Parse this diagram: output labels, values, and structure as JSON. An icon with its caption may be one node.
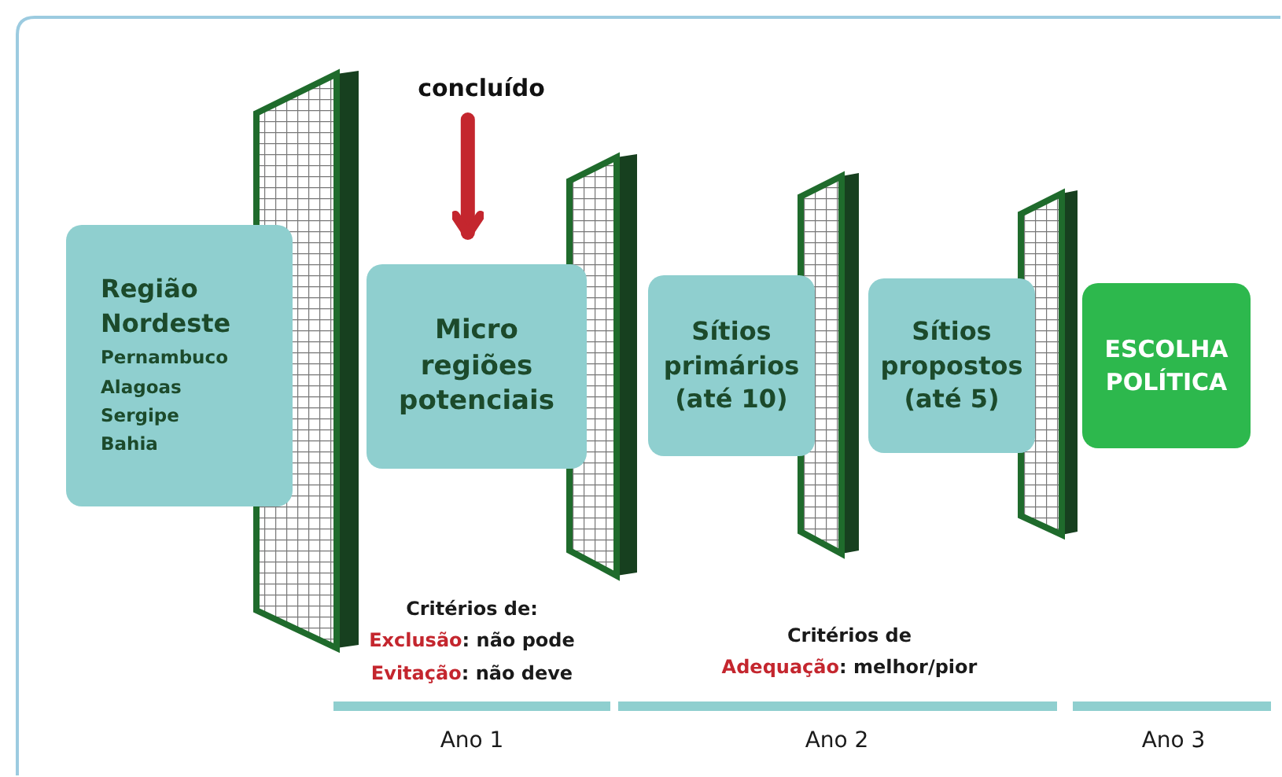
{
  "diagram": {
    "nodes": [
      {
        "text": [
          "Região Nordeste",
          "Pernambuco",
          "Alagoas",
          "Sergipe",
          "Bahia"
        ]
      },
      {
        "text": [
          "Micro regiões potenciais"
        ]
      },
      {
        "text": [
          "Sítios primários (até 10)"
        ]
      },
      {
        "text": [
          "Sítios propostos (até 5)"
        ]
      },
      {
        "text": [
          "ESCOLHA POLÍTICA"
        ]
      },
      {
        "text": [
          "concluído"
        ]
      }
    ],
    "edges": [
      {
        "from": 5,
        "to": 1,
        "arrow": "to",
        "color": "#c4262e"
      }
    ],
    "labels": [
      "Critérios de:",
      "Exclusão: não pode",
      "Evitação: não deve",
      "Critérios de",
      "Adequação: melhor/pior",
      "Ano 1",
      "Ano 2",
      "Ano 3"
    ]
  }
}
